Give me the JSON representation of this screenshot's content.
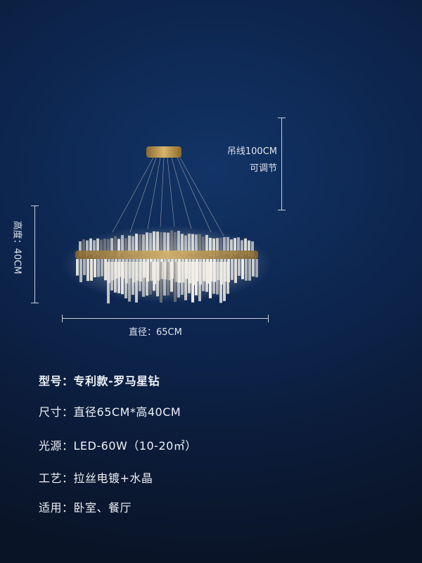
{
  "dimensions": {
    "cord": {
      "line1": "吊线100CM",
      "line2": "可调节"
    },
    "height": "高度：40CM",
    "diameter": "直径：65CM"
  },
  "specs": [
    {
      "key": "型号：",
      "value": "专利款-罗马星钻"
    },
    {
      "key": "尺寸：",
      "value": "直径65CM*高40CM"
    },
    {
      "key": "光源：",
      "value": "LED-60W（10-20㎡）"
    },
    {
      "key": "工艺：",
      "value": "拉丝电镀+水晶"
    },
    {
      "key": "适用：",
      "value": "卧室、餐厅"
    }
  ],
  "colors": {
    "gold": "#b8924a",
    "background": "#0d2650"
  }
}
